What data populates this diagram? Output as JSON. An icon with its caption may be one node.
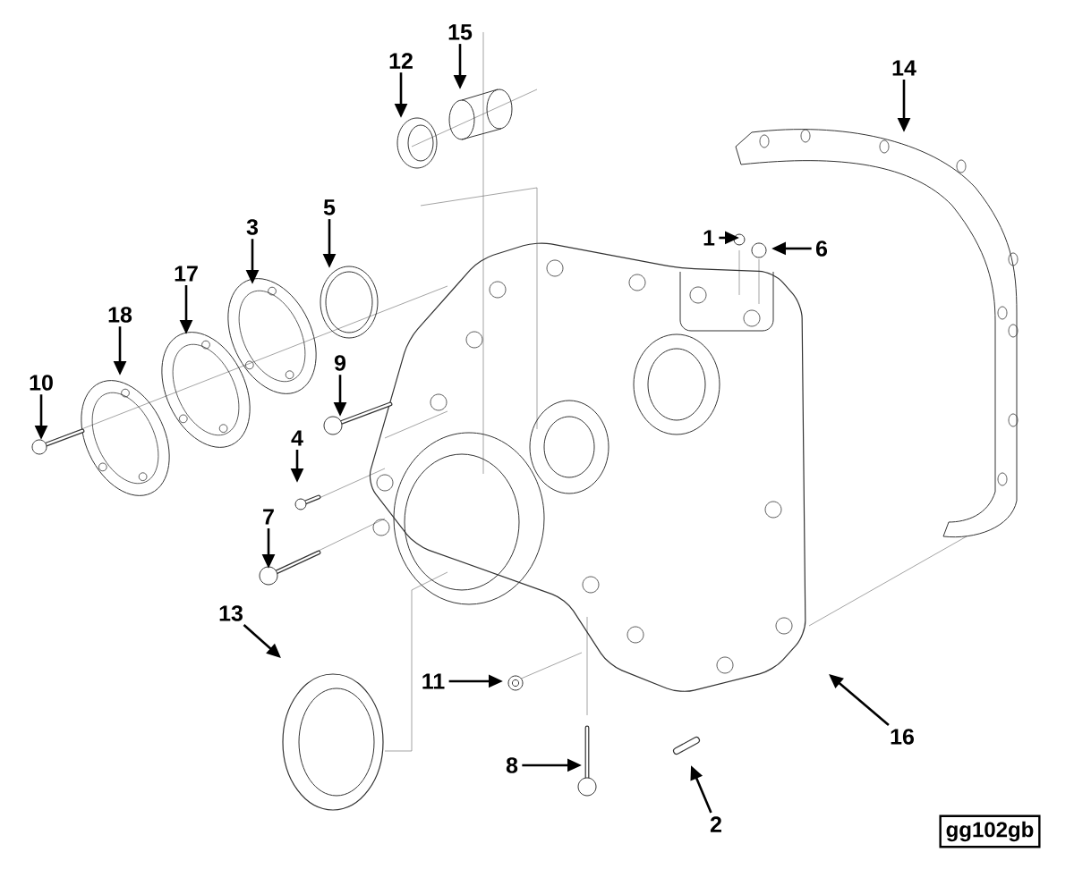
{
  "diagram": {
    "nodes": [
      {
        "text": [
          "15"
        ]
      },
      {
        "text": [
          "12"
        ]
      },
      {
        "text": [
          "14"
        ]
      },
      {
        "text": [
          "5"
        ]
      },
      {
        "text": [
          "3"
        ]
      },
      {
        "text": [
          "1"
        ]
      },
      {
        "text": [
          "6"
        ]
      },
      {
        "text": [
          "17"
        ]
      },
      {
        "text": [
          "18"
        ]
      },
      {
        "text": [
          "9"
        ]
      },
      {
        "text": [
          "10"
        ]
      },
      {
        "text": [
          "4"
        ]
      },
      {
        "text": [
          "7"
        ]
      },
      {
        "text": [
          "13"
        ]
      },
      {
        "text": [
          "11"
        ]
      },
      {
        "text": [
          "16"
        ]
      },
      {
        "text": [
          "8"
        ]
      },
      {
        "text": [
          "2"
        ]
      },
      {
        "text": [
          "gg102gb"
        ]
      }
    ],
    "edges": [
      {
        "from": 0,
        "to": null,
        "arrow": "to"
      },
      {
        "from": 1,
        "to": null,
        "arrow": "to"
      },
      {
        "from": 2,
        "to": null,
        "arrow": "to"
      },
      {
        "from": 3,
        "to": null,
        "arrow": "to"
      },
      {
        "from": 4,
        "to": null,
        "arrow": "to"
      },
      {
        "from": 5,
        "to": null,
        "arrow": "to"
      },
      {
        "from": 6,
        "to": null,
        "arrow": "to"
      },
      {
        "from": 7,
        "to": null,
        "arrow": "to"
      },
      {
        "from": 8,
        "to": null,
        "arrow": "to"
      },
      {
        "from": 9,
        "to": null,
        "arrow": "to"
      },
      {
        "from": 10,
        "to": null,
        "arrow": "to"
      },
      {
        "from": 11,
        "to": null,
        "arrow": "to"
      },
      {
        "from": 12,
        "to": null,
        "arrow": "to"
      },
      {
        "from": 13,
        "to": null,
        "arrow": "to"
      },
      {
        "from": 14,
        "to": null,
        "arrow": "to"
      },
      {
        "from": 15,
        "to": null,
        "arrow": "to"
      },
      {
        "from": 16,
        "to": null,
        "arrow": "to"
      },
      {
        "from": 17,
        "to": null,
        "arrow": "to"
      }
    ]
  }
}
